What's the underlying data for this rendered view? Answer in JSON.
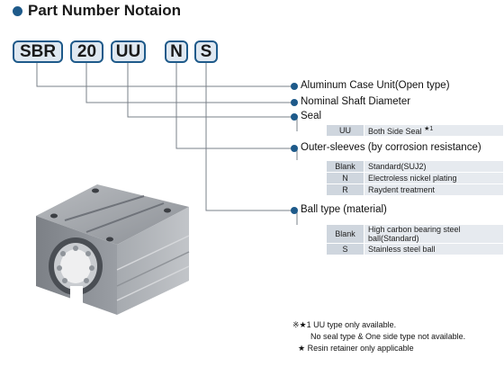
{
  "title": "Part Number Notaion",
  "codes": [
    "SBR",
    "20",
    "UU",
    "N",
    "S"
  ],
  "labels": {
    "aluminum": "Aluminum Case Unit(Open type)",
    "shaft": "Nominal Shaft Diameter",
    "seal": "Seal",
    "outer": "Outer-sleeves (by corrosion resistance)",
    "ball": "Ball type (material)"
  },
  "seal_table": [
    {
      "code": "UU",
      "desc": "Both Side Seal",
      "mark": "★1"
    }
  ],
  "outer_table": [
    {
      "code": "Blank",
      "desc": "Standard(SUJ2)"
    },
    {
      "code": "N",
      "desc": "Electroless nickel plating"
    },
    {
      "code": "R",
      "desc": "Raydent treatment"
    }
  ],
  "ball_table": [
    {
      "code": "Blank",
      "desc": "High carbon bearing steel ball(Standard)"
    },
    {
      "code": "S",
      "desc": "Stainless steel ball"
    }
  ],
  "notes": {
    "line1": "※★1 UU type only available.",
    "line2": "No seal type & One side type not available.",
    "line3": "★ Resin retainer only applicable"
  },
  "colors": {
    "accent": "#1e5a8a",
    "box_fill": "#dfe8f1"
  }
}
